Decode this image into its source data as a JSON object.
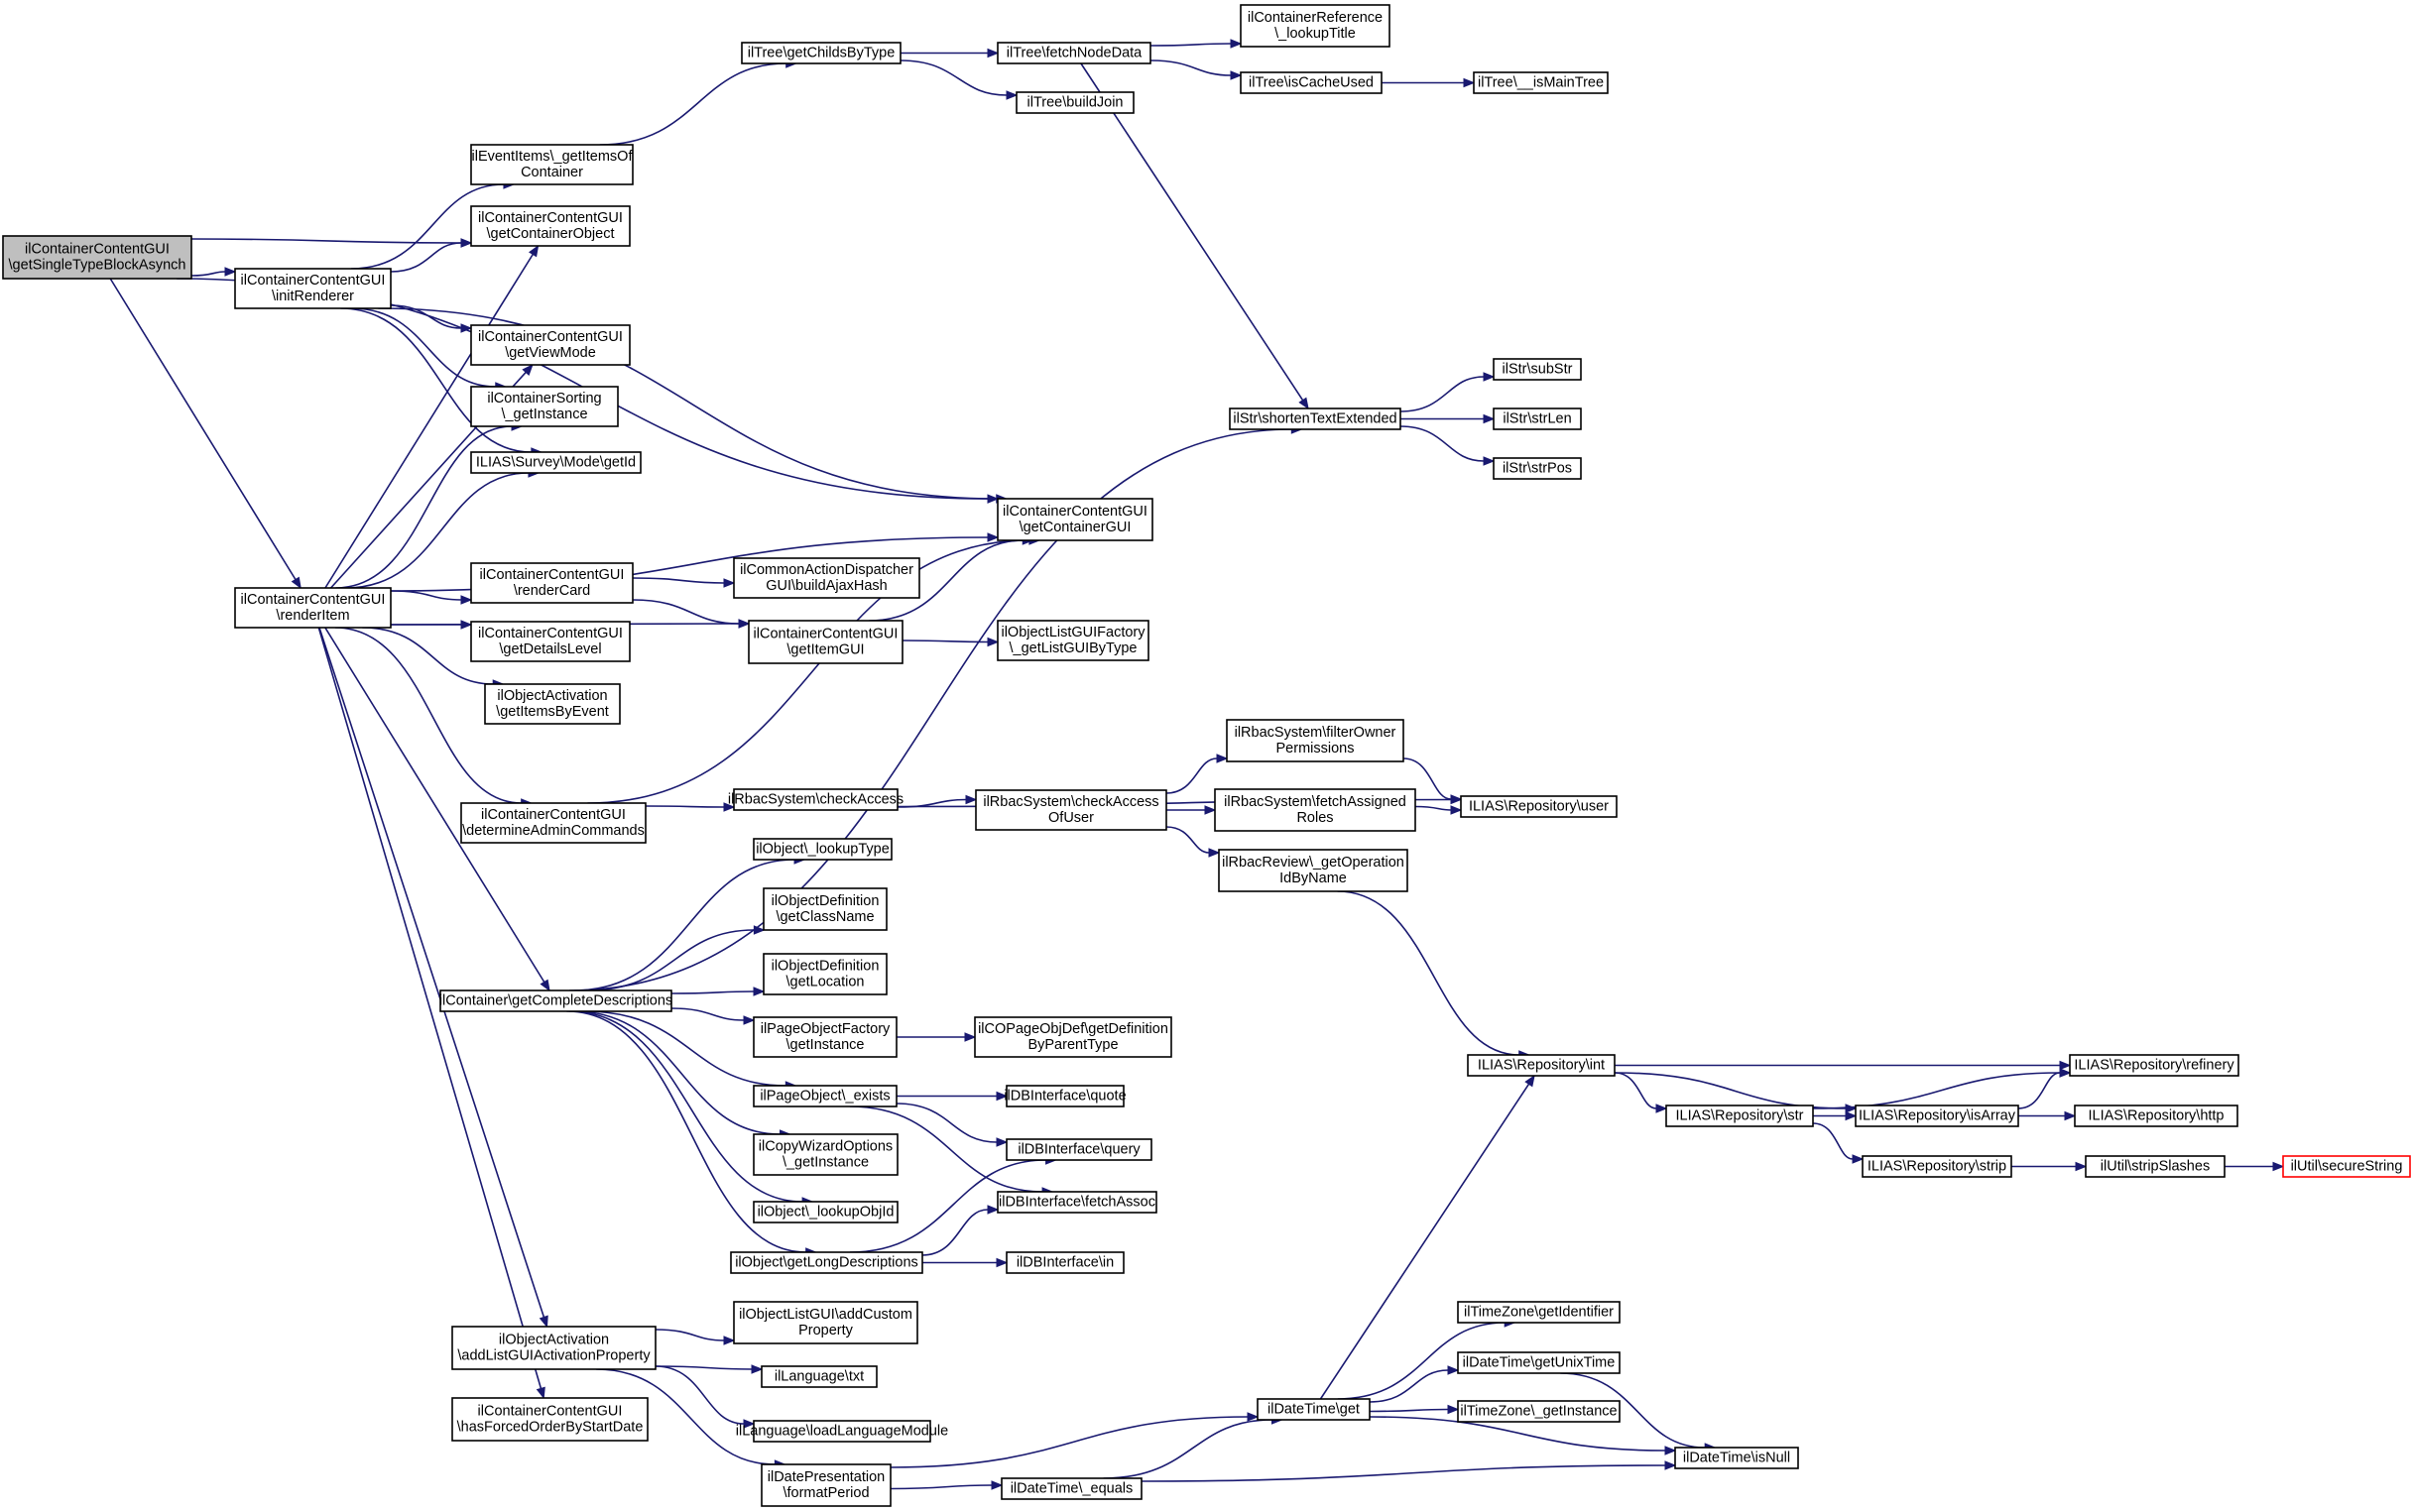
{
  "diagram": {
    "edge_color": "#191970",
    "root_fill": "#bfbfbf",
    "highlight_border": "#ff0000",
    "nodes": [
      {
        "id": "n0",
        "lines": [
          "ilContainerContentGUI",
          "\\getSingleTypeBlockAsynch"
        ],
        "root": true
      },
      {
        "id": "n1",
        "lines": [
          "ilContainerContentGUI",
          "\\initRenderer"
        ]
      },
      {
        "id": "n2",
        "lines": [
          "ilContainerContentGUI",
          "\\renderItem"
        ]
      },
      {
        "id": "n3",
        "lines": [
          "ilEventItems\\_getItemsOf",
          "Container"
        ]
      },
      {
        "id": "n4",
        "lines": [
          "ilContainerContentGUI",
          "\\getContainerObject"
        ]
      },
      {
        "id": "n5",
        "lines": [
          "ilContainerContentGUI",
          "\\getViewMode"
        ]
      },
      {
        "id": "n6",
        "lines": [
          "ilContainerSorting",
          "\\_getInstance"
        ]
      },
      {
        "id": "n7",
        "lines": [
          "ILIAS\\Survey\\Mode\\getId"
        ]
      },
      {
        "id": "n8",
        "lines": [
          "ilContainerContentGUI",
          "\\renderCard"
        ]
      },
      {
        "id": "n9",
        "lines": [
          "ilContainerContentGUI",
          "\\getDetailsLevel"
        ]
      },
      {
        "id": "n10",
        "lines": [
          "ilObjectActivation",
          "\\getItemsByEvent"
        ]
      },
      {
        "id": "n11",
        "lines": [
          "ilContainerContentGUI",
          "\\determineAdminCommands"
        ]
      },
      {
        "id": "n12",
        "lines": [
          "ilContainer\\getCompleteDescriptions"
        ]
      },
      {
        "id": "n13",
        "lines": [
          "ilObjectActivation",
          "\\addListGUIActivationProperty"
        ]
      },
      {
        "id": "n14",
        "lines": [
          "ilContainerContentGUI",
          "\\hasForcedOrderByStartDate"
        ]
      },
      {
        "id": "n15",
        "lines": [
          "ilTree\\getChildsByType"
        ]
      },
      {
        "id": "n16",
        "lines": [
          "ilTree\\fetchNodeData"
        ]
      },
      {
        "id": "n17",
        "lines": [
          "ilTree\\buildJoin"
        ]
      },
      {
        "id": "n18",
        "lines": [
          "ilContainerReference",
          "\\_lookupTitle"
        ]
      },
      {
        "id": "n19",
        "lines": [
          "ilTree\\isCacheUsed"
        ]
      },
      {
        "id": "n20",
        "lines": [
          "ilTree\\__isMainTree"
        ]
      },
      {
        "id": "n21",
        "lines": [
          "ilStr\\shortenTextExtended"
        ]
      },
      {
        "id": "n22",
        "lines": [
          "ilStr\\subStr"
        ]
      },
      {
        "id": "n23",
        "lines": [
          "ilStr\\strLen"
        ]
      },
      {
        "id": "n24",
        "lines": [
          "ilStr\\strPos"
        ]
      },
      {
        "id": "n25",
        "lines": [
          "ilContainerContentGUI",
          "\\getContainerGUI"
        ]
      },
      {
        "id": "n26",
        "lines": [
          "ilCommonActionDispatcher",
          "GUI\\buildAjaxHash"
        ]
      },
      {
        "id": "n27",
        "lines": [
          "ilContainerContentGUI",
          "\\getItemGUI"
        ]
      },
      {
        "id": "n28",
        "lines": [
          "ilObjectListGUIFactory",
          "\\_getListGUIByType"
        ]
      },
      {
        "id": "n29",
        "lines": [
          "ilRbacSystem\\checkAccess"
        ]
      },
      {
        "id": "n30",
        "lines": [
          "ilRbacSystem\\checkAccess",
          "OfUser"
        ]
      },
      {
        "id": "n31",
        "lines": [
          "ilRbacSystem\\filterOwner",
          "Permissions"
        ]
      },
      {
        "id": "n32",
        "lines": [
          "ilRbacSystem\\fetchAssigned",
          "Roles"
        ]
      },
      {
        "id": "n33",
        "lines": [
          "ilRbacReview\\_getOperation",
          "IdByName"
        ]
      },
      {
        "id": "n34",
        "lines": [
          "ILIAS\\Repository\\user"
        ]
      },
      {
        "id": "n35",
        "lines": [
          "ilObject\\_lookupType"
        ]
      },
      {
        "id": "n36",
        "lines": [
          "ilObjectDefinition",
          "\\getClassName"
        ]
      },
      {
        "id": "n37",
        "lines": [
          "ilObjectDefinition",
          "\\getLocation"
        ]
      },
      {
        "id": "n38",
        "lines": [
          "ilPageObjectFactory",
          "\\getInstance"
        ]
      },
      {
        "id": "n39",
        "lines": [
          "ilCOPageObjDef\\getDefinition",
          "ByParentType"
        ]
      },
      {
        "id": "n40",
        "lines": [
          "ilPageObject\\_exists"
        ]
      },
      {
        "id": "n41",
        "lines": [
          "ilDBInterface\\quote"
        ]
      },
      {
        "id": "n42",
        "lines": [
          "ilCopyWizardOptions",
          "\\_getInstance"
        ]
      },
      {
        "id": "n43",
        "lines": [
          "ilDBInterface\\query"
        ]
      },
      {
        "id": "n44",
        "lines": [
          "ilObject\\_lookupObjId"
        ]
      },
      {
        "id": "n45",
        "lines": [
          "ilDBInterface\\fetchAssoc"
        ]
      },
      {
        "id": "n46",
        "lines": [
          "ilObject\\getLongDescriptions"
        ]
      },
      {
        "id": "n47",
        "lines": [
          "ilDBInterface\\in"
        ]
      },
      {
        "id": "n48",
        "lines": [
          "ILIAS\\Repository\\int"
        ]
      },
      {
        "id": "n49",
        "lines": [
          "ILIAS\\Repository\\refinery"
        ]
      },
      {
        "id": "n50",
        "lines": [
          "ILIAS\\Repository\\str"
        ]
      },
      {
        "id": "n51",
        "lines": [
          "ILIAS\\Repository\\isArray"
        ]
      },
      {
        "id": "n52",
        "lines": [
          "ILIAS\\Repository\\http"
        ]
      },
      {
        "id": "n53",
        "lines": [
          "ILIAS\\Repository\\strip"
        ]
      },
      {
        "id": "n54",
        "lines": [
          "ilUtil\\stripSlashes"
        ]
      },
      {
        "id": "n55",
        "lines": [
          "ilUtil\\secureString"
        ],
        "highlight": true
      },
      {
        "id": "n56",
        "lines": [
          "ilObjectListGUI\\addCustom",
          "Property"
        ]
      },
      {
        "id": "n57",
        "lines": [
          "ilLanguage\\txt"
        ]
      },
      {
        "id": "n58",
        "lines": [
          "ilLanguage\\loadLanguageModule"
        ]
      },
      {
        "id": "n59",
        "lines": [
          "ilDatePresentation",
          "\\formatPeriod"
        ]
      },
      {
        "id": "n60",
        "lines": [
          "ilDateTime\\get"
        ]
      },
      {
        "id": "n61",
        "lines": [
          "ilDateTime\\_equals"
        ]
      },
      {
        "id": "n62",
        "lines": [
          "ilTimeZone\\getIdentifier"
        ]
      },
      {
        "id": "n63",
        "lines": [
          "ilDateTime\\getUnixTime"
        ]
      },
      {
        "id": "n64",
        "lines": [
          "ilTimeZone\\_getInstance"
        ]
      },
      {
        "id": "n65",
        "lines": [
          "ilDateTime\\isNull"
        ]
      }
    ],
    "edges": [
      [
        "n0",
        "n4"
      ],
      [
        "n0",
        "n25"
      ],
      [
        "n0",
        "n1"
      ],
      [
        "n0",
        "n2"
      ],
      [
        "n1",
        "n3"
      ],
      [
        "n1",
        "n4"
      ],
      [
        "n1",
        "n5"
      ],
      [
        "n1",
        "n6"
      ],
      [
        "n1",
        "n7"
      ],
      [
        "n1",
        "n25"
      ],
      [
        "n2",
        "n4"
      ],
      [
        "n2",
        "n5"
      ],
      [
        "n2",
        "n6"
      ],
      [
        "n2",
        "n7"
      ],
      [
        "n2",
        "n25"
      ],
      [
        "n2",
        "n8"
      ],
      [
        "n2",
        "n9"
      ],
      [
        "n2",
        "n10"
      ],
      [
        "n2",
        "n27"
      ],
      [
        "n2",
        "n11"
      ],
      [
        "n2",
        "n12"
      ],
      [
        "n2",
        "n13"
      ],
      [
        "n2",
        "n14"
      ],
      [
        "n3",
        "n15"
      ],
      [
        "n15",
        "n16"
      ],
      [
        "n15",
        "n17"
      ],
      [
        "n16",
        "n18"
      ],
      [
        "n16",
        "n19"
      ],
      [
        "n16",
        "n21"
      ],
      [
        "n19",
        "n20"
      ],
      [
        "n21",
        "n22"
      ],
      [
        "n21",
        "n23"
      ],
      [
        "n21",
        "n24"
      ],
      [
        "n8",
        "n26"
      ],
      [
        "n8",
        "n27"
      ],
      [
        "n27",
        "n25"
      ],
      [
        "n27",
        "n28"
      ],
      [
        "n11",
        "n25"
      ],
      [
        "n11",
        "n29"
      ],
      [
        "n29",
        "n30"
      ],
      [
        "n29",
        "n34"
      ],
      [
        "n30",
        "n31"
      ],
      [
        "n30",
        "n32"
      ],
      [
        "n30",
        "n33"
      ],
      [
        "n31",
        "n34"
      ],
      [
        "n32",
        "n34"
      ],
      [
        "n33",
        "n48"
      ],
      [
        "n12",
        "n21"
      ],
      [
        "n12",
        "n35"
      ],
      [
        "n12",
        "n36"
      ],
      [
        "n12",
        "n37"
      ],
      [
        "n12",
        "n38"
      ],
      [
        "n12",
        "n40"
      ],
      [
        "n12",
        "n42"
      ],
      [
        "n12",
        "n44"
      ],
      [
        "n12",
        "n46"
      ],
      [
        "n38",
        "n39"
      ],
      [
        "n40",
        "n41"
      ],
      [
        "n40",
        "n43"
      ],
      [
        "n40",
        "n45"
      ],
      [
        "n46",
        "n43"
      ],
      [
        "n46",
        "n45"
      ],
      [
        "n46",
        "n47"
      ],
      [
        "n48",
        "n49"
      ],
      [
        "n48",
        "n50"
      ],
      [
        "n48",
        "n51"
      ],
      [
        "n50",
        "n49"
      ],
      [
        "n50",
        "n51"
      ],
      [
        "n50",
        "n53"
      ],
      [
        "n51",
        "n49"
      ],
      [
        "n51",
        "n52"
      ],
      [
        "n53",
        "n54"
      ],
      [
        "n54",
        "n55"
      ],
      [
        "n13",
        "n56"
      ],
      [
        "n13",
        "n57"
      ],
      [
        "n13",
        "n58"
      ],
      [
        "n13",
        "n59"
      ],
      [
        "n59",
        "n60"
      ],
      [
        "n59",
        "n61"
      ],
      [
        "n61",
        "n60"
      ],
      [
        "n61",
        "n65"
      ],
      [
        "n60",
        "n48"
      ],
      [
        "n60",
        "n62"
      ],
      [
        "n60",
        "n63"
      ],
      [
        "n60",
        "n64"
      ],
      [
        "n60",
        "n65"
      ],
      [
        "n63",
        "n65"
      ]
    ]
  }
}
